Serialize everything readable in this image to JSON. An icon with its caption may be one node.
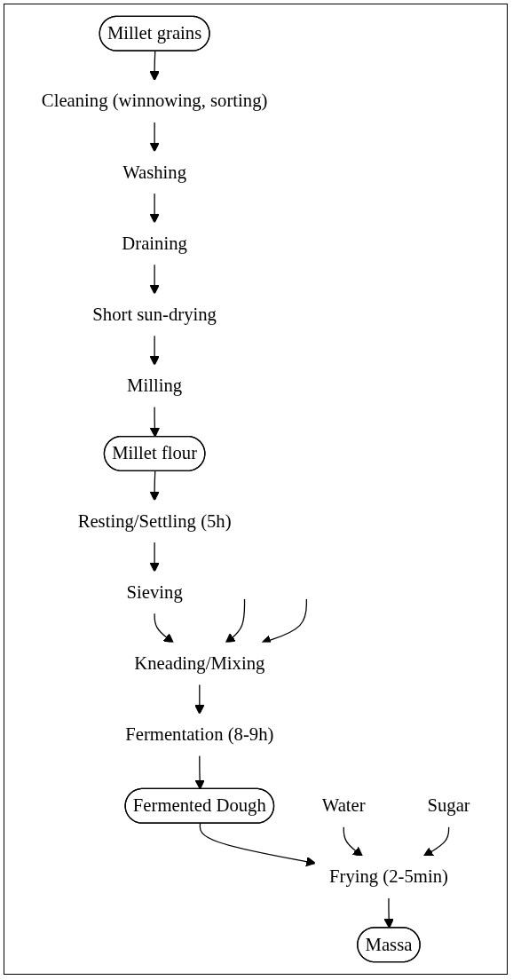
{
  "diagram": {
    "nodes": [
      {
        "text": [
          "Millet grains"
        ]
      },
      {
        "text": [
          "Cleaning (winnowing, sorting)"
        ]
      },
      {
        "text": [
          "Washing"
        ]
      },
      {
        "text": [
          "Draining"
        ]
      },
      {
        "text": [
          "Short sun-drying"
        ]
      },
      {
        "text": [
          "Milling"
        ]
      },
      {
        "text": [
          "Millet flour"
        ]
      },
      {
        "text": [
          "Resting/Settling (5h)"
        ]
      },
      {
        "text": [
          "Sieving"
        ]
      },
      {
        "text": [
          "Kneading/Mixing"
        ]
      },
      {
        "text": [
          "Fermentation (8-9h)"
        ]
      },
      {
        "text": [
          "Fermented Dough"
        ]
      },
      {
        "text": [
          "Water"
        ]
      },
      {
        "text": [
          "Sugar"
        ]
      },
      {
        "text": [
          "Frying (2-5min)"
        ]
      },
      {
        "text": [
          "Massa"
        ]
      }
    ],
    "edges": [
      {
        "from": 0,
        "to": 1,
        "arrow": "to"
      },
      {
        "from": 1,
        "to": 2,
        "arrow": "to"
      },
      {
        "from": 2,
        "to": 3,
        "arrow": "to"
      },
      {
        "from": 3,
        "to": 4,
        "arrow": "to"
      },
      {
        "from": 4,
        "to": 5,
        "arrow": "to"
      },
      {
        "from": 5,
        "to": 6,
        "arrow": "to"
      },
      {
        "from": 6,
        "to": 7,
        "arrow": "to"
      },
      {
        "from": 7,
        "to": 8,
        "arrow": "to"
      },
      {
        "from": 8,
        "to": 9,
        "arrow": "to"
      },
      {
        "from": null,
        "to": 9,
        "arrow": "to"
      },
      {
        "from": null,
        "to": 9,
        "arrow": "to"
      },
      {
        "from": 9,
        "to": 10,
        "arrow": "to"
      },
      {
        "from": 10,
        "to": 11,
        "arrow": "to"
      },
      {
        "from": 11,
        "to": 14,
        "arrow": "to"
      },
      {
        "from": 12,
        "to": 14,
        "arrow": "to"
      },
      {
        "from": 13,
        "to": 14,
        "arrow": "to"
      },
      {
        "from": 14,
        "to": 15,
        "arrow": "to"
      }
    ]
  }
}
